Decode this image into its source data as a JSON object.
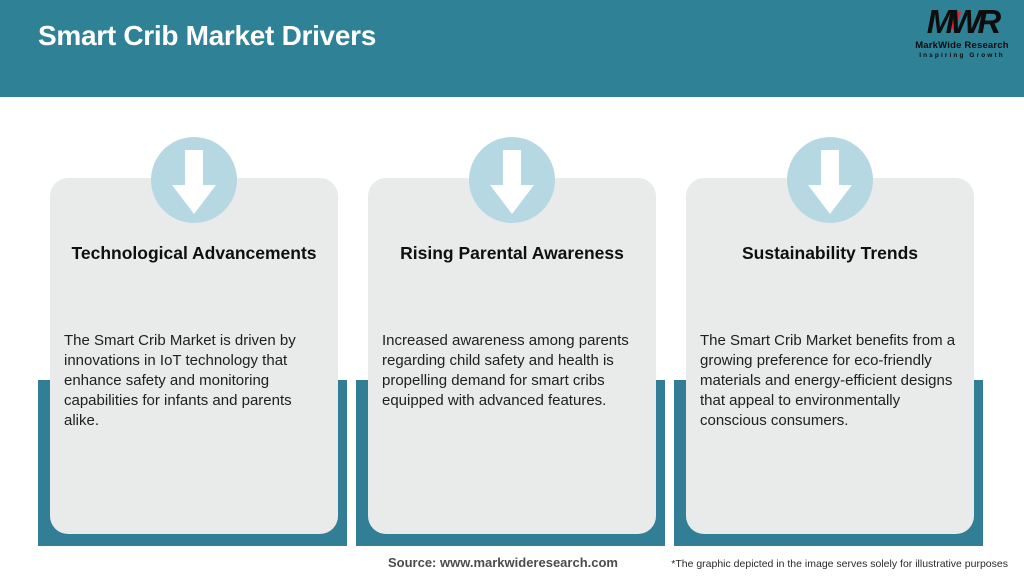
{
  "header": {
    "title": "Smart Crib Market Drivers",
    "logo": {
      "monogram": "MWR",
      "name": "MarkWide Research",
      "tagline": "Inspiring Growth"
    }
  },
  "cards": [
    {
      "title": "Technological Advancements",
      "body": "The Smart Crib Market is driven by innovations in IoT technology that enhance safety and monitoring capabilities for infants and parents alike."
    },
    {
      "title": "Rising Parental Awareness",
      "body": "Increased awareness among parents regarding child safety and health is propelling demand for smart cribs equipped with advanced features."
    },
    {
      "title": "Sustainability Trends",
      "body": "The Smart Crib Market benefits from a growing preference for eco-friendly materials and energy-efficient designs that appeal to environmentally conscious consumers."
    }
  ],
  "footer": {
    "source": "Source: www.markwideresearch.com",
    "disclaimer": "*The graphic depicted in the image serves solely for illustrative purposes"
  },
  "colors": {
    "header_teal": "#2f8296",
    "band_teal": "#327e96",
    "circle_blue": "#b5d8e3",
    "card_gray": "#e9ebeb",
    "arrow_white": "#ffffff",
    "logo_accent_red": "#d92b34"
  },
  "icons": {
    "down_arrow": "down-arrow-icon"
  }
}
